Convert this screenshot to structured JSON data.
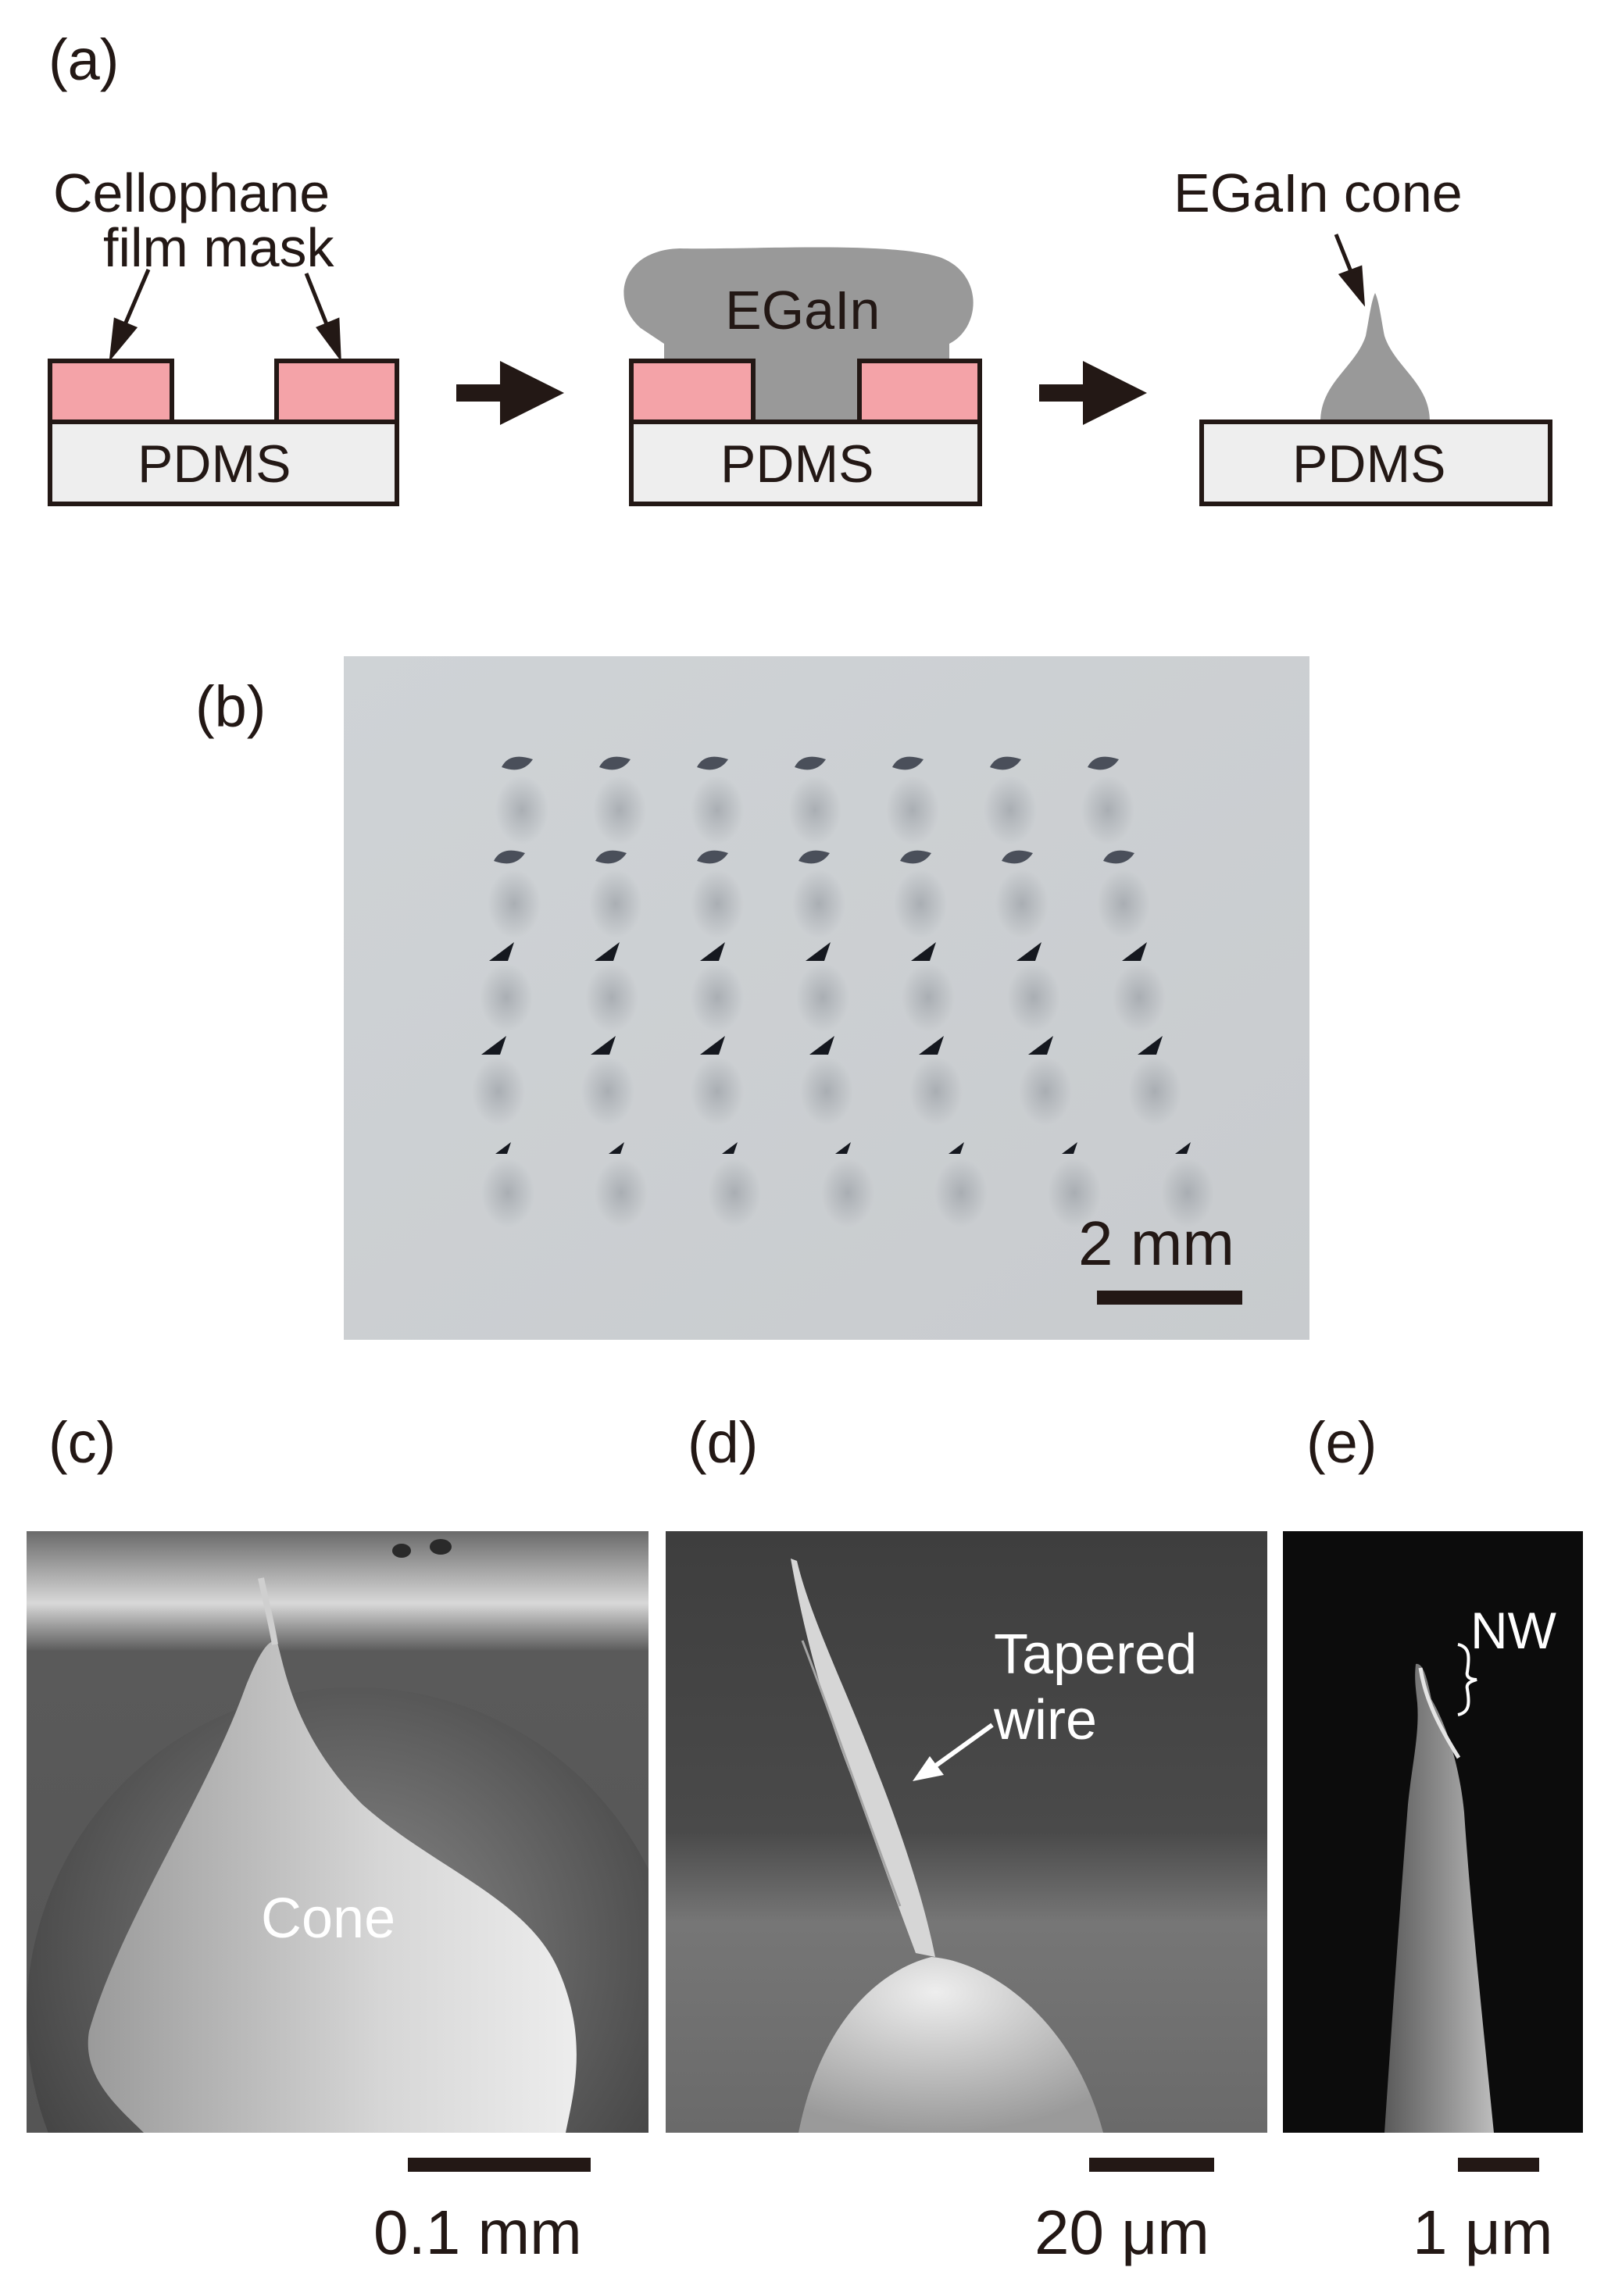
{
  "figure": {
    "panels": {
      "a": {
        "label": "(a)",
        "mask_label_line1": "Cellophane",
        "mask_label_line2": "film mask",
        "egain_label": "EGaIn",
        "cone_label": "EGaIn cone",
        "substrate_labels": [
          "PDMS",
          "PDMS",
          "PDMS"
        ],
        "colors": {
          "mask": "#f4a3a8",
          "substrate": "#eeeeee",
          "egain": "#999999",
          "outline": "#231815"
        }
      },
      "b": {
        "label": "(b)",
        "scale_label": "2 mm",
        "array_rows": 5,
        "array_cols": 7
      },
      "c": {
        "label": "(c)",
        "annotation": "Cone",
        "scale_label": "0.1 mm"
      },
      "d": {
        "label": "(d)",
        "annotation_line1": "Tapered",
        "annotation_line2": "wire",
        "scale_label": "20 μm"
      },
      "e": {
        "label": "(e)",
        "annotation": "NW",
        "scale_label": "1 μm"
      }
    }
  }
}
